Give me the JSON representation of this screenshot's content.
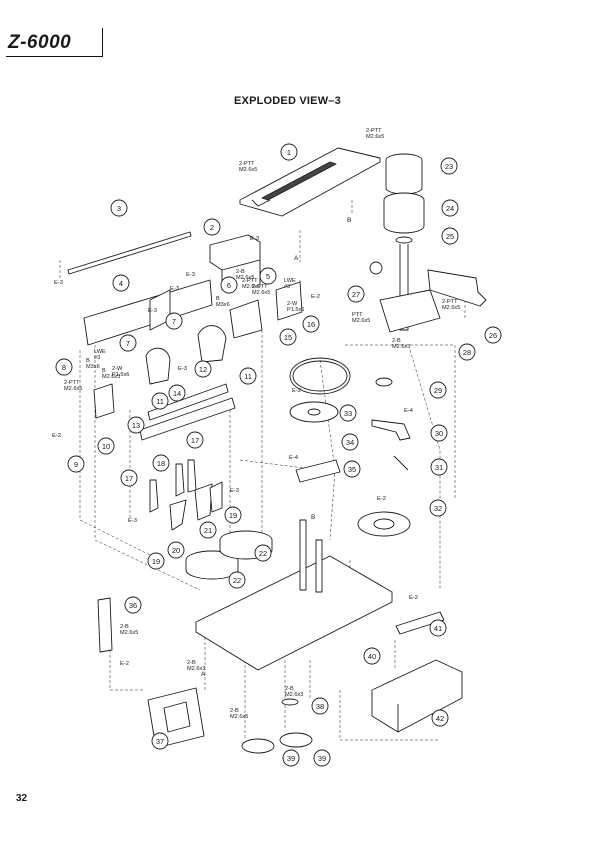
{
  "header": {
    "model": "Z-6000"
  },
  "diagram": {
    "title": "EXPLODED VIEW–3"
  },
  "footer": {
    "page_number": "32"
  },
  "parts": [
    "1",
    "2",
    "3",
    "4",
    "5",
    "6",
    "7",
    "7",
    "8",
    "9",
    "10",
    "11",
    "11",
    "12",
    "13",
    "14",
    "15",
    "16",
    "17",
    "17",
    "18",
    "19",
    "19",
    "20",
    "21",
    "22",
    "22",
    "23",
    "24",
    "25",
    "26",
    "27",
    "28",
    "29",
    "30",
    "31",
    "32",
    "33",
    "34",
    "35",
    "36",
    "37",
    "38",
    "39",
    "39",
    "40",
    "41",
    "42"
  ],
  "screw_labels": [
    "2-PTT M2.6x5",
    "2-PTT M2.6x5",
    "2-PTT M2.6x5",
    "2-PTT M2.6x5",
    "2-PTT M2.6x5",
    "2-PTT M2.6x5",
    "PTT M2.6x5",
    "LWE #3",
    "LWE #3",
    "B M3x6",
    "B M3x6",
    "2-W P1.5x6",
    "2-W P1.5x6",
    "B M2.6x3",
    "2-B M2.6x3",
    "2-B M2.6x3",
    "2-B M2.6x3",
    "2-B M2.6x5",
    "2-B M2.6x5",
    "2-B M2.6x5"
  ],
  "clip_labels": [
    "E-3",
    "E-3",
    "E-3",
    "E-3",
    "E-3",
    "E-3",
    "E-3",
    "E-3",
    "E-2",
    "E-2",
    "E-2",
    "E-2",
    "E-2",
    "E-2",
    "E-4",
    "E-4"
  ],
  "ref_labels": [
    "A",
    "A",
    "B",
    "B"
  ],
  "colors": {
    "ink": "#1a1a1a",
    "paper": "#ffffff"
  }
}
